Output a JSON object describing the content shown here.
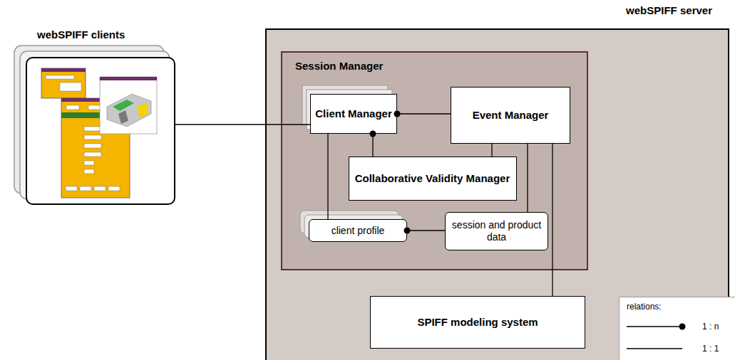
{
  "diagram": {
    "nodes": [
      {
        "text": [
          "webSPIFF clients"
        ]
      },
      {
        "text": [
          "webSPIFF server"
        ]
      },
      {
        "text": [
          "Session Manager"
        ],
        "in": 1
      },
      {
        "text": [
          "Client Manager"
        ],
        "in": 2
      },
      {
        "text": [
          "Event Manager"
        ],
        "in": 2
      },
      {
        "text": [
          "Collaborative Validity Manager"
        ],
        "in": 2
      },
      {
        "text": [
          "client profile"
        ],
        "in": 2
      },
      {
        "text": [
          "session and product data"
        ],
        "in": 2
      },
      {
        "text": [
          "SPIFF modeling system"
        ],
        "in": 1
      }
    ],
    "edges": [
      {
        "from": 0,
        "to": 3,
        "arrow": "none"
      },
      {
        "from": 4,
        "to": 3,
        "arrow": "to"
      },
      {
        "from": 5,
        "to": 3,
        "arrow": "to"
      },
      {
        "from": 4,
        "to": 5,
        "arrow": "none"
      },
      {
        "from": 3,
        "to": 6,
        "arrow": "none"
      },
      {
        "from": 7,
        "to": 6,
        "arrow": "to"
      },
      {
        "from": 4,
        "to": 7,
        "arrow": "none"
      },
      {
        "from": 4,
        "to": 8,
        "arrow": "none"
      }
    ],
    "labels": [
      "relations:"
    ],
    "legend": [
      {
        "text": "1 : n"
      },
      {
        "text": "1 : 1"
      }
    ]
  }
}
